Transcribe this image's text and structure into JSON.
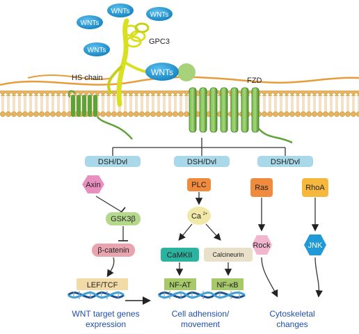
{
  "ligands": {
    "wnt_label": "WNTs"
  },
  "membrane": {
    "gpc3_label": "GPC3",
    "hs_chain_label": "HS chain",
    "fzd_label": "FZD"
  },
  "pathway_canonical": {
    "dsh_label": "DSH/Dvl",
    "axin_label": "Axin",
    "gsk3b_label": "GSK3β",
    "bcatenin_label": "β-catenin",
    "lef_tcf_label": "LEF/TCF",
    "outcome_line1": "WNT target genes",
    "outcome_line2": "expression"
  },
  "pathway_calcium": {
    "dsh_label": "DSH/Dvl",
    "plc_label": "PLC",
    "ca_label": "Ca",
    "ca_superscript": "2+",
    "camkii_label": "CaMKII",
    "calcineurin_label": "Calcineurin",
    "nfat_label": "NF-AT",
    "nfkb_label": "NF-κB",
    "outcome_line1": "Cell adhension/",
    "outcome_line2": "movement"
  },
  "pathway_pcp": {
    "dsh_label": "DSH/Dvl",
    "ras_label": "Ras",
    "rhoa_label": "RhoA",
    "rock_label": "Rock",
    "jnk_label": "JNK",
    "outcome_line1": "Cytoskeletal",
    "outcome_line2": "changes"
  },
  "colors": {
    "wnt_fill": "#1f9ad6",
    "gpc3": "#d9e021",
    "receptor": "#62a83c",
    "membrane_head": "#e6b45e",
    "dsh_box": "#a9d8e8",
    "axin": "#e98fc0",
    "gsk3b": "#b5d88c",
    "bcatenin": "#e8a5b0",
    "plc": "#f08a3c",
    "camkii": "#2bb3a0",
    "calcineurin": "#e8e0c8",
    "nf_box": "#a7c96a",
    "rock": "#f3b6cf",
    "jnk": "#1f9ad6",
    "outcome_text": "#1f4fa8"
  }
}
